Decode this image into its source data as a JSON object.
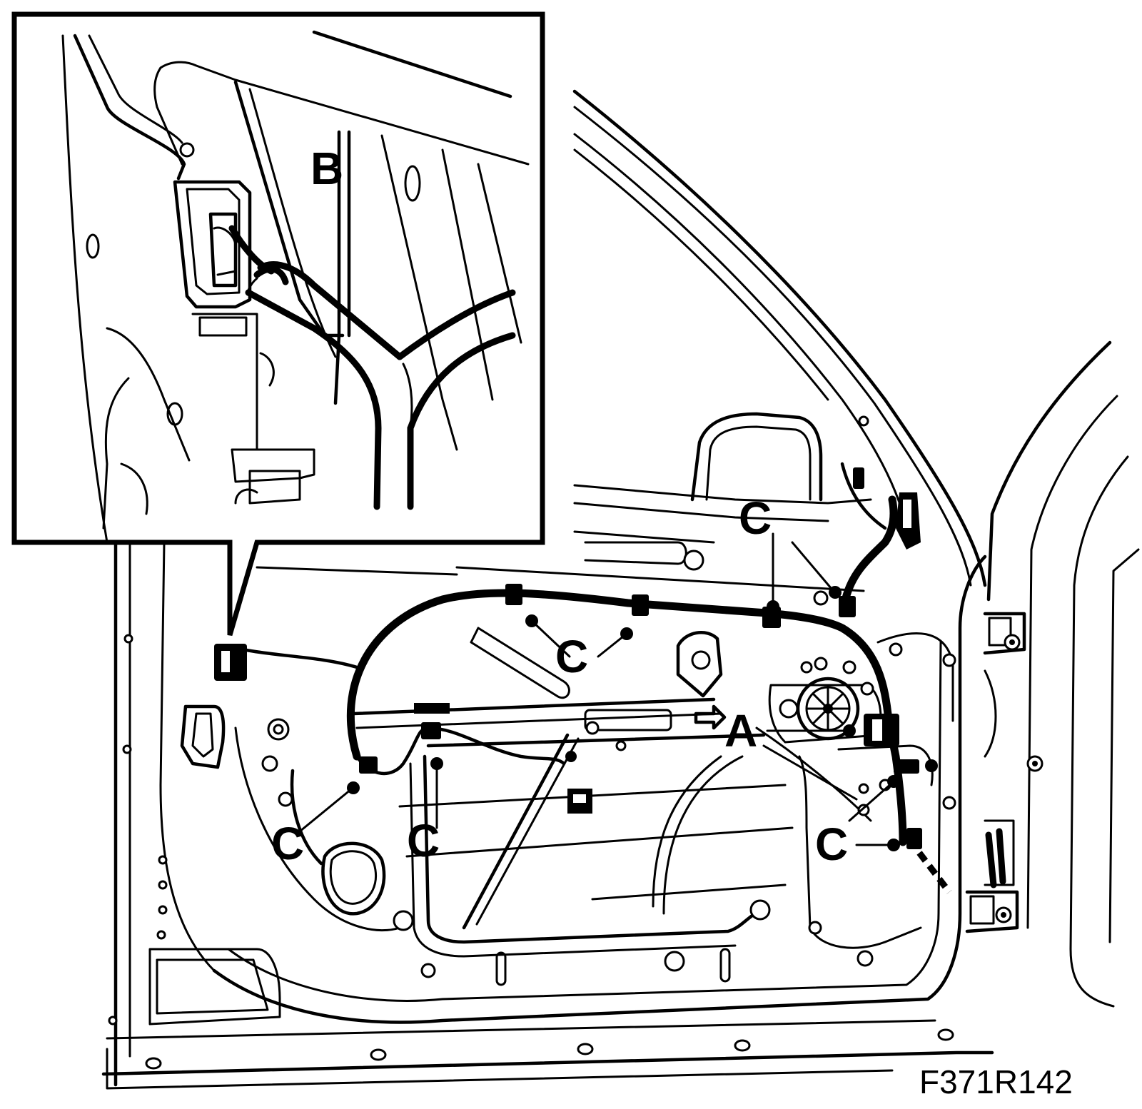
{
  "figure_id": "F371R142",
  "callouts": {
    "A": "A",
    "B": "B",
    "C": "C"
  },
  "colors": {
    "line": "#000000",
    "background": "#ffffff"
  }
}
